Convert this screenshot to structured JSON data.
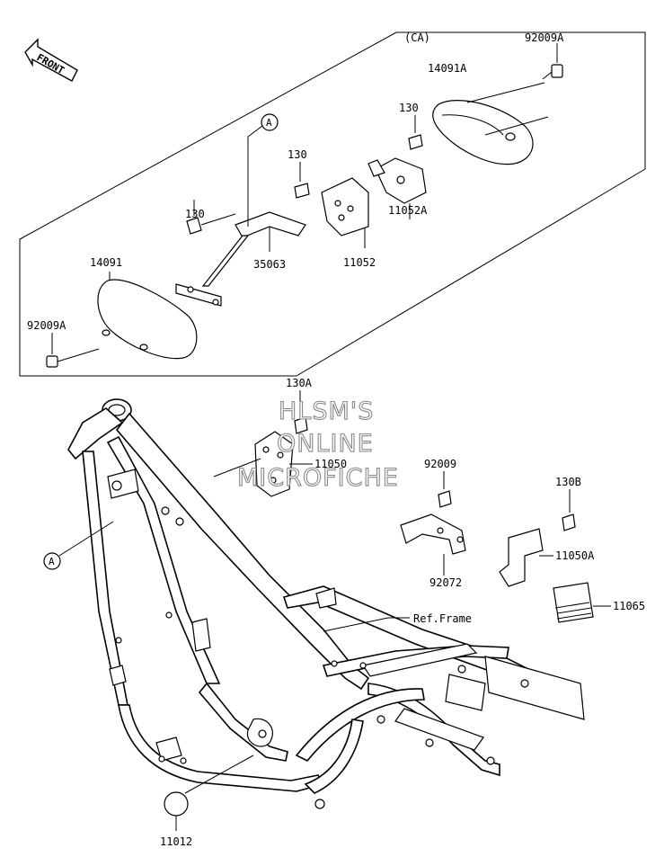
{
  "front_label": "FRONT",
  "ca_label": "(CA)",
  "callouts": {
    "a_top": "A",
    "a_left": "A"
  },
  "labels": {
    "p92009A_top": "92009A",
    "p14091A": "14091A",
    "p130_top": "130",
    "p130_mid": "130",
    "p130_left": "130",
    "p11052A": "11052A",
    "p11052": "11052",
    "p35063": "35063",
    "p14091": "14091",
    "p92009A_left": "92009A",
    "p130A": "130A",
    "p11050": "11050",
    "p92009": "92009",
    "p92072": "92072",
    "p130B": "130B",
    "p11050A": "11050A",
    "p11065": "11065",
    "ref_frame": "Ref.Frame",
    "p11012": "11012"
  },
  "watermark": {
    "line1": "HLSM'S",
    "line2": "ONLINE",
    "line3": "MICROFICHE"
  }
}
